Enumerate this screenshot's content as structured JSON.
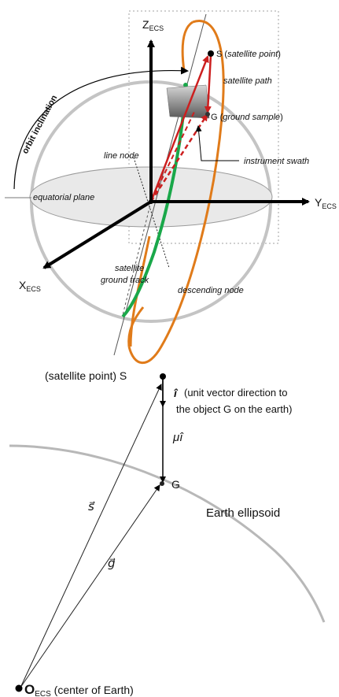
{
  "top_diagram": {
    "axis_z": "Z",
    "axis_y": "Y",
    "axis_x": "X",
    "axis_subscript": "ECS",
    "orbit_inclination": "orbit inclination",
    "satellite_point": "S (satellite point)",
    "satellite_path": "satellite path",
    "ground_sample": "G (ground sample)",
    "instrument_swath": "instrument swath",
    "line_node": "line node",
    "equatorial_plane": "equatorial plane",
    "satellite_ground_track_1": "satellite",
    "satellite_ground_track_2": "ground track",
    "descending_node": "descending node",
    "colors": {
      "orbit": "#e07b1a",
      "ground_track": "#1aa84a",
      "vector": "#cc1f1f",
      "sphere": "#bdbdbd"
    }
  },
  "bottom_diagram": {
    "satellite_point_label": "(satellite point) S",
    "unit_vector_symbol": "î",
    "unit_vector_desc_1": "(unit vector direction to",
    "unit_vector_desc_2": "the  object G on the earth)",
    "mu_i_label": "μî",
    "g_label": "G",
    "earth_ellipsoid": "Earth ellipsoid",
    "s_vector_label": "s⃗",
    "g_vector_label": "g⃗",
    "origin_label": "O",
    "origin_subscript": "ECS",
    "origin_desc": " (center of Earth)"
  }
}
